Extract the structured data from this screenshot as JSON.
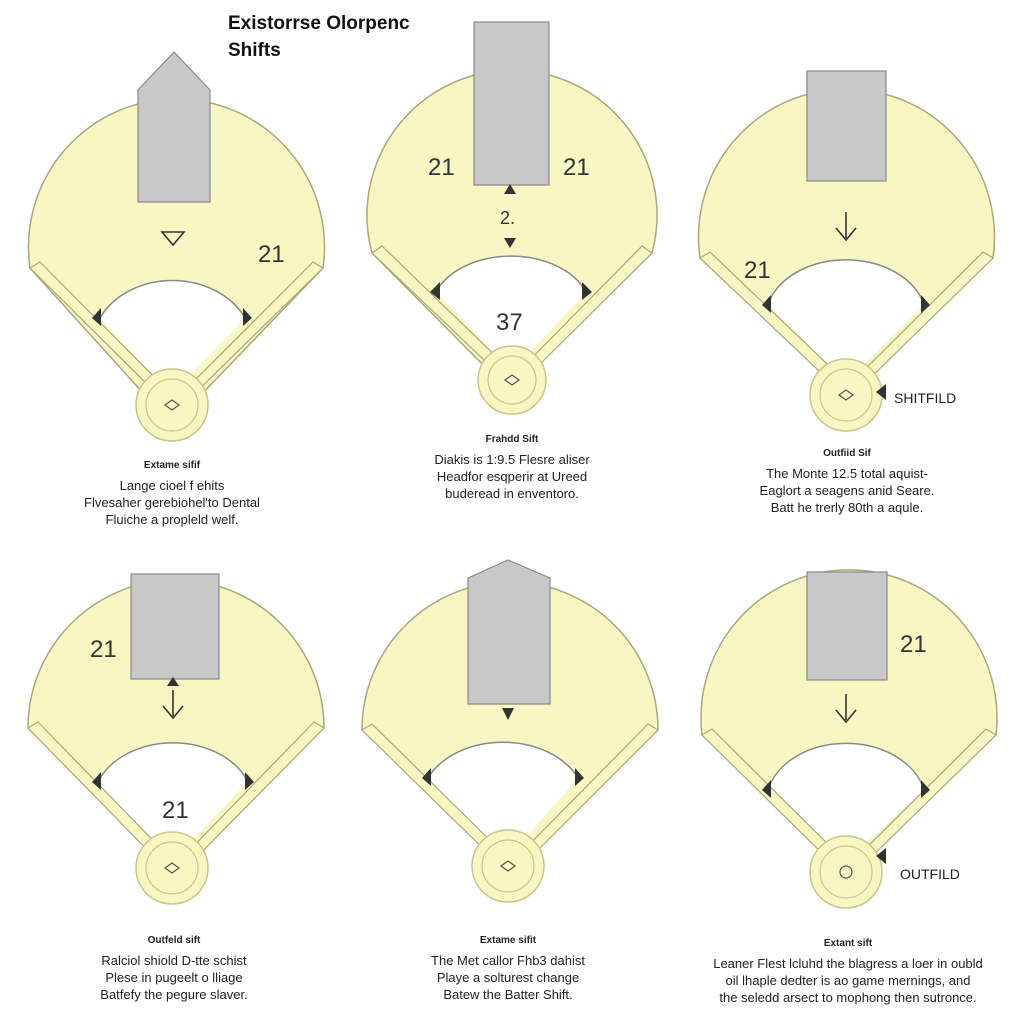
{
  "title": {
    "line1": "Existorrse Olorpenc",
    "line2": "Shifts"
  },
  "accent_colors": {
    "field_fill": "#f8f6c2",
    "field_stroke": "#c9c68a",
    "block_fill": "#c8c8c8",
    "block_stroke": "#888888",
    "marker": "#333333"
  },
  "panels": [
    {
      "numbers": [
        "21"
      ],
      "caption": {
        "title": "Extame sifif",
        "lines": [
          "Lange cioel f ehits",
          "Flvesaher gerebiohel'to Dental",
          "Fluiche a propleld welf."
        ]
      }
    },
    {
      "numbers": [
        "21",
        "21",
        "2.",
        "37"
      ],
      "caption": {
        "title": "Frahdd Sift",
        "lines": [
          "Diakis is 1:9.5 Flesre aliser",
          "Headfor esqperir at Ureed",
          "buderead in enventoro."
        ]
      }
    },
    {
      "numbers": [
        "21"
      ],
      "side_label": "SHITFILD",
      "caption": {
        "title": "Outfiid Sif",
        "lines": [
          "The Monte 12.5 total aquist-",
          "Eaglort a seagens anid Seare.",
          "Batt he trerly 80th a aqule."
        ]
      }
    },
    {
      "numbers": [
        "21",
        "21"
      ],
      "caption": {
        "title": "Outfeld sift",
        "lines": [
          "Ralciol shiold D-tte schist",
          "Plese in pugeelt o lliage",
          "Batfefy the pegure slaver."
        ]
      }
    },
    {
      "numbers": [],
      "caption": {
        "title": "Extame sifit",
        "lines": [
          "The Met callor Fhb3 dahist",
          "Playe a solturest change",
          "Batew the Batter Shift."
        ]
      }
    },
    {
      "numbers": [
        "21"
      ],
      "side_label": "OUTFILD",
      "caption": {
        "title": "Extant sift",
        "lines": [
          "Leaner Flest lcluhd the blagress a loer in oubld",
          "oil lhaple dedter is ao game mernings, and",
          "the seledd arsect to mophong then sutronce."
        ]
      }
    }
  ]
}
